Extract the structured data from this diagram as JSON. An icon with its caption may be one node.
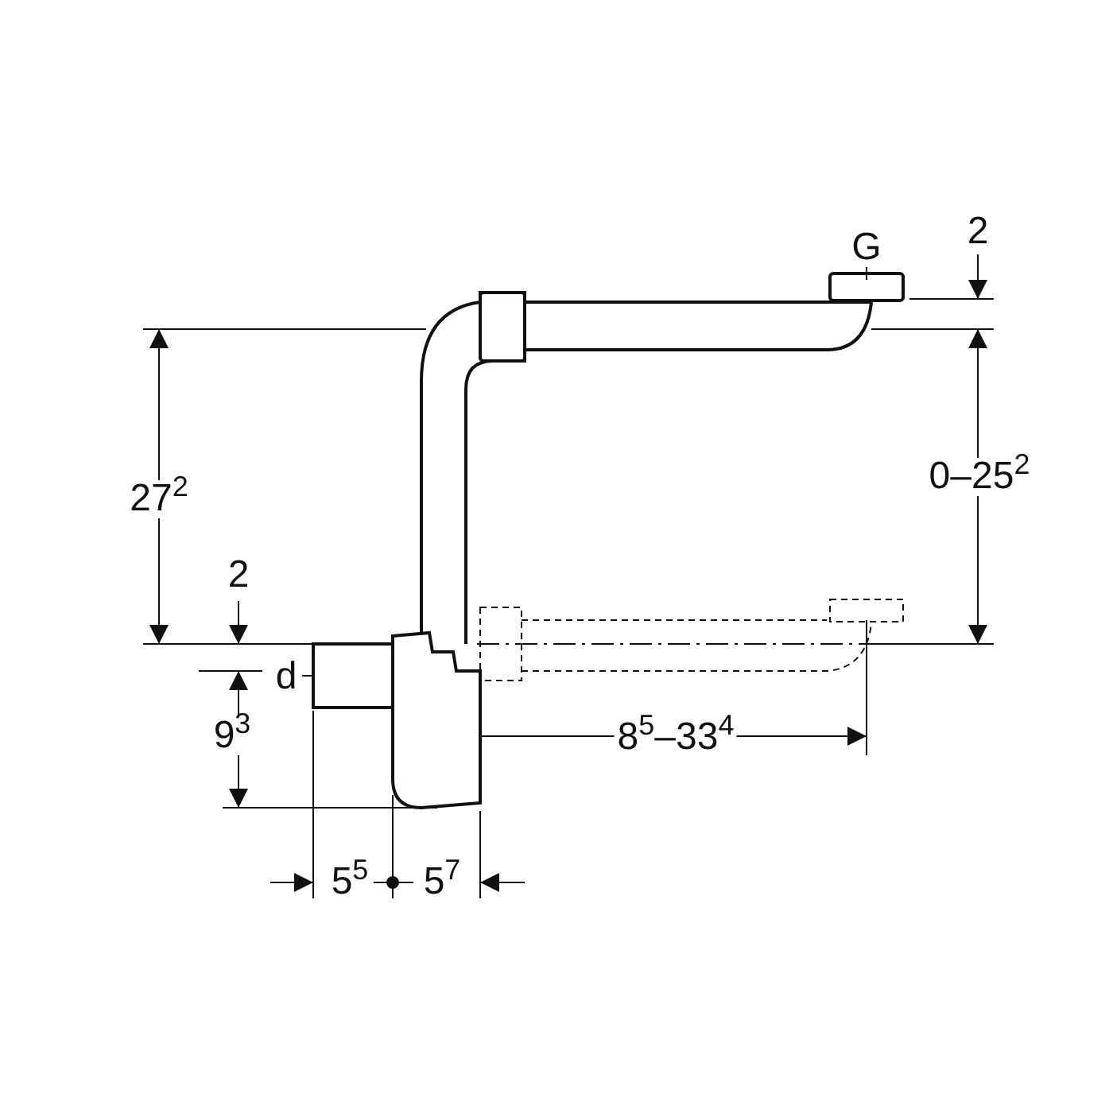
{
  "diagram": {
    "labels": [
      "G",
      "2",
      "27$^{2}$",
      "0–25$^{2}$",
      "2",
      "d",
      "9$^{3}$",
      "8$^{5}$–33$^{4}$",
      "5$^{5}$",
      "5$^{7}$"
    ]
  }
}
